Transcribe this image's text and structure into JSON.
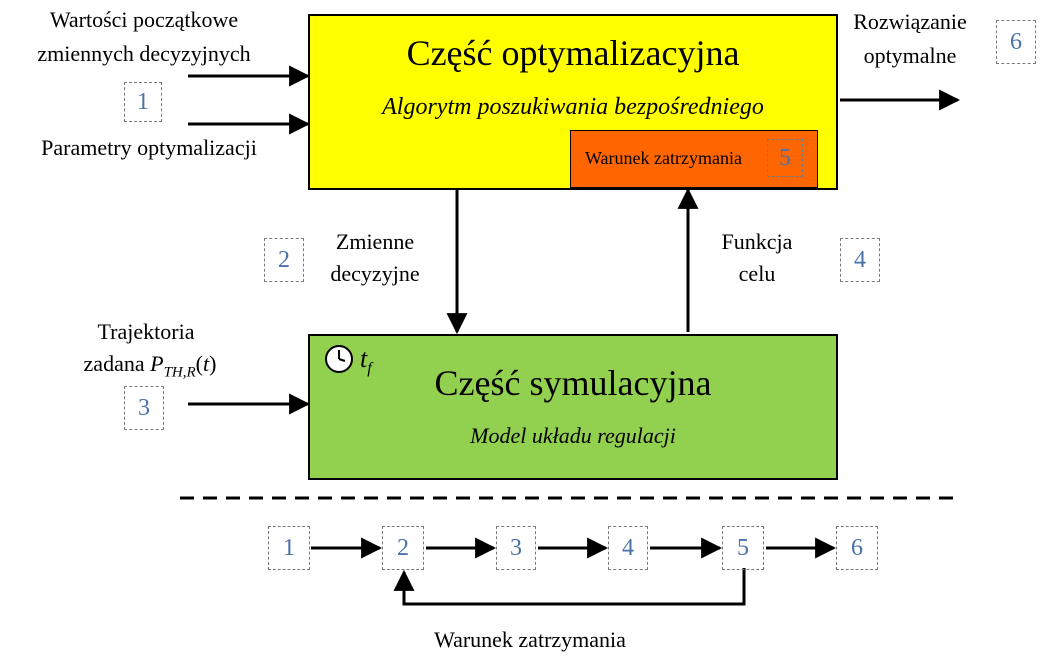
{
  "optimization": {
    "title": "Część optymalizacyjna",
    "subtitle": "Algorytm poszukiwania bezpośredniego",
    "stop_condition": "Warunek zatrzymania",
    "stop_badge": "5",
    "fill_color": "#ffff00",
    "stop_fill_color": "#ff6600"
  },
  "simulation": {
    "title": "Część symulacyjna",
    "subtitle": "Model układu regulacji",
    "time_symbol": "t",
    "time_subscript": "f",
    "clock_icon": "clock-icon",
    "fill_color": "#92d050"
  },
  "inputs": {
    "initial_values_line1": "Wartości początkowe",
    "initial_values_line2": "zmiennych decyzyjnych",
    "parameters": "Parametry optymalizacji",
    "badge_1": "1"
  },
  "output": {
    "line1": "Rozwiązanie",
    "line2": "optymalne",
    "badge": "6"
  },
  "decision_vars": {
    "line1": "Zmienne",
    "line2": "decyzyjne",
    "badge": "2"
  },
  "objective": {
    "line1": "Funkcja",
    "line2": "celu",
    "badge": "4"
  },
  "trajectory": {
    "line1": "Trajektoria",
    "prefix": "zadana ",
    "symbol": "P",
    "subscript": "TH,R",
    "arg_open": "(",
    "arg": "t",
    "arg_close": ")",
    "badge": "3"
  },
  "sequence": {
    "steps": [
      "1",
      "2",
      "3",
      "4",
      "5",
      "6"
    ],
    "loop_label": "Warunek zatrzymania"
  }
}
